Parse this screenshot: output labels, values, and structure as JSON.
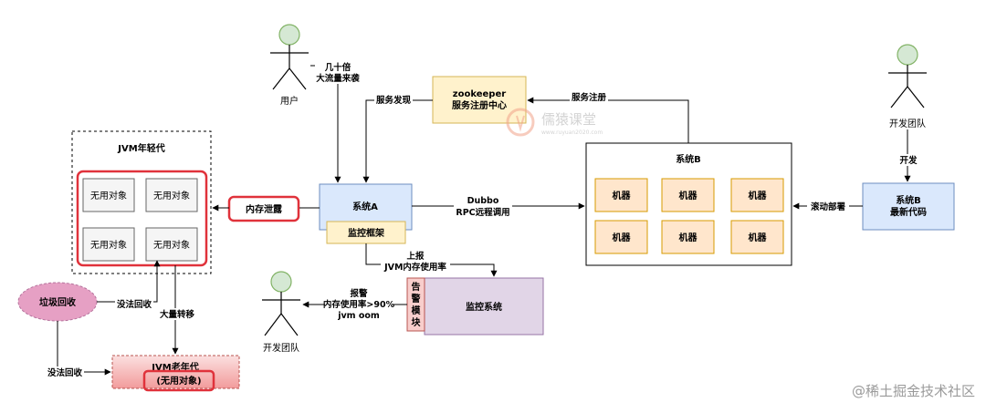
{
  "actors": {
    "user": "用户",
    "dev_team_right": "开发团队",
    "dev_team_bottom": "开发团队"
  },
  "edge_labels": {
    "traffic_line1": "几十倍",
    "traffic_line2": "大流量来袭",
    "service_discovery": "服务发现",
    "service_register": "服务注册",
    "develop": "开发",
    "rolling_deploy": "滚动部署",
    "dubbo_line1": "Dubbo",
    "dubbo_line2": "RPC远程调用",
    "report_line1": "上报",
    "report_line2": "JVM内存使用率",
    "alert_line1": "报警",
    "alert_line2": "内存使用率>90%",
    "alert_line3": "jvm oom",
    "gc_fail_1": "没法回收",
    "gc_fail_2": "没法回收",
    "mass_transfer": "大量转移"
  },
  "nodes": {
    "zookeeper_line1": "zookeeper",
    "zookeeper_line2": "服务注册中心",
    "system_a": "系统A",
    "monitor_framework": "监控框架",
    "system_b_cluster": "系统B",
    "machines": [
      "机器",
      "机器",
      "机器",
      "机器",
      "机器",
      "机器"
    ],
    "system_b_new_line1": "系统B",
    "system_b_new_line2": "最新代码",
    "monitor_system": "监控系统",
    "alert_module": [
      "告",
      "警",
      "模",
      "块"
    ],
    "jvm_young": "JVM年轻代",
    "unused_objects": [
      "无用对象",
      "无用对象",
      "无用对象",
      "无用对象"
    ],
    "memory_leak": "内存泄露",
    "gc": "垃圾回收",
    "jvm_old_line1": "JVM老年代",
    "jvm_old_line2": "(无用对象)"
  },
  "watermark": {
    "center_title": "儒猿课堂",
    "center_url": "www.ruyuan2020.com",
    "bottom_right": "@稀土掘金技术社区"
  },
  "colors": {
    "stroke": "#000000",
    "red": "#e0323b",
    "blue_fill": "#dae8fc",
    "blue_stroke": "#6c8ebf",
    "yellow_fill": "#fff2cc",
    "yellow_stroke": "#d6b656",
    "orange_fill": "#ffe6cc",
    "orange_stroke": "#d79b00",
    "purple_fill": "#e1d5e7",
    "purple_stroke": "#9673a6",
    "green_fill": "#d5e8d4",
    "green_stroke": "#82b366",
    "grey_fill": "#f5f5f5",
    "grey_stroke": "#666666",
    "pink_fill": "#f8cecc",
    "pink_stroke": "#b85450",
    "gc_fill": "#e6a0c4",
    "gc_stroke": "#b5739d"
  }
}
